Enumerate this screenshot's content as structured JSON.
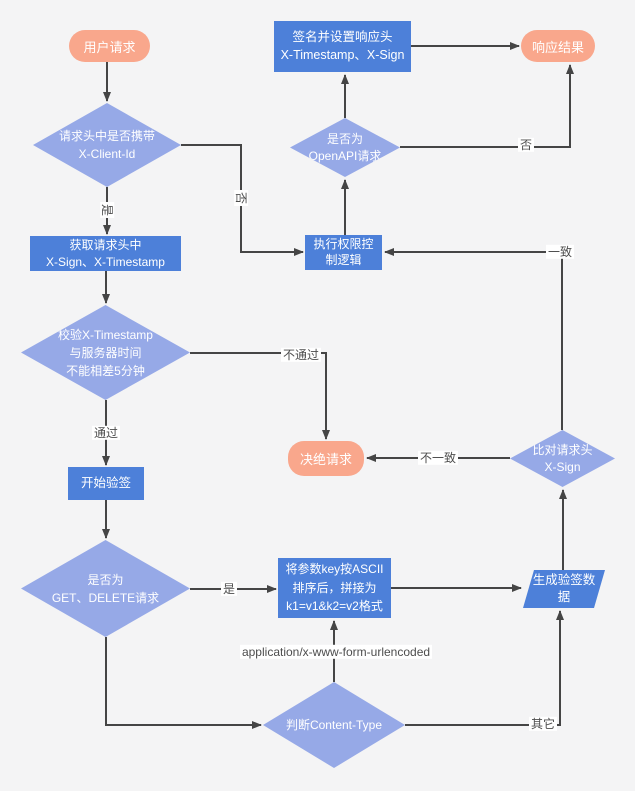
{
  "canvas": {
    "colors": {
      "bg": "#f4f4f5",
      "blue": "#4d80d9",
      "lblue": "#96a9e7",
      "salmon": "#f9a78c",
      "line": "#454545",
      "labelc": "#4d4d4d"
    }
  },
  "nodes": {
    "user_request": {
      "label": "用户请求"
    },
    "client_id_check": {
      "lines": [
        "请求头中是否携带",
        "X-Client-Id"
      ]
    },
    "get_headers": {
      "lines": [
        "获取请求头中",
        "X-Sign、X-Timestamp"
      ]
    },
    "timestamp_check": {
      "lines": [
        "校验X-Timestamp",
        "与服务器时间",
        "不能相差5分钟"
      ]
    },
    "start_verify": {
      "label": "开始验签"
    },
    "get_delete_check": {
      "lines": [
        "是否为",
        "GET、DELETE请求"
      ]
    },
    "sign_response": {
      "lines": [
        "签名并设置响应头",
        "X-Timestamp、X-Sign"
      ]
    },
    "response_result": {
      "label": "响应结果"
    },
    "openapi_check": {
      "lines": [
        "是否为",
        "OpenAPI请求"
      ]
    },
    "permission_logic": {
      "lines": [
        "执行权限控",
        "制逻辑"
      ]
    },
    "reject_request": {
      "label": "决绝请求"
    },
    "compare_sign": {
      "lines": [
        "比对请求头",
        "X-Sign"
      ]
    },
    "ascii_sort": {
      "lines": [
        "将参数key按ASCII",
        "排序后，拼接为",
        "k1=v1&k2=v2格式"
      ]
    },
    "gen_sign_data": {
      "lines": [
        "生成验签数",
        "据"
      ]
    },
    "content_type_check": {
      "label": "判断Content-Type"
    }
  },
  "edge_labels": {
    "yes_client_id": "是",
    "no_client_id": "否",
    "pass": "通过",
    "fail": "不通过",
    "yes_get_delete": "是",
    "form_urlencoded": "application/x-www-form-urlencoded",
    "other": "其它",
    "mismatch": "不一致",
    "match": "一致",
    "no_openapi": "否"
  }
}
